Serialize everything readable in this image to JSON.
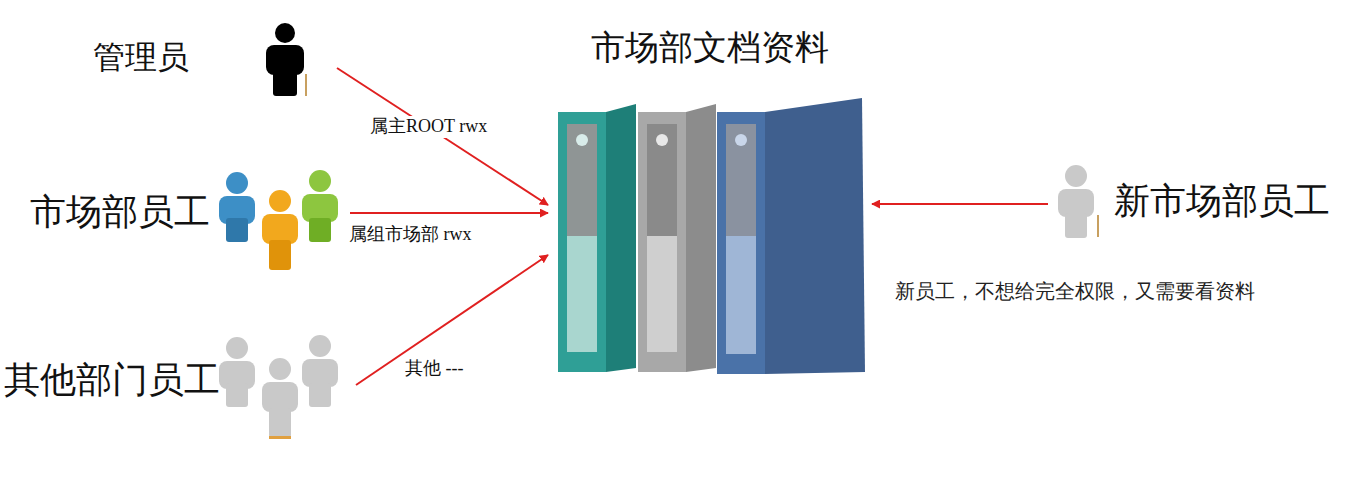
{
  "diagram": {
    "nodes": [
      {
        "text": [
          "管理员"
        ]
      },
      {
        "text": [
          "市场部员工"
        ]
      },
      {
        "text": [
          "其他部门员工"
        ]
      },
      {
        "text": [
          "市场部文档资料"
        ]
      },
      {
        "text": [
          "新市场部员工"
        ]
      }
    ],
    "edges": [
      {
        "from": 0,
        "to": 3,
        "label": "属主ROOT rwx",
        "arrow": "to"
      },
      {
        "from": 1,
        "to": 3,
        "label": "属组市场部 rwx",
        "arrow": "to"
      },
      {
        "from": 2,
        "to": 3,
        "label": "其他 ---",
        "arrow": "to"
      },
      {
        "from": 4,
        "to": 3,
        "arrow": "to"
      }
    ],
    "labels": [
      "新员工，不想给完全权限，又需要看资料"
    ]
  }
}
